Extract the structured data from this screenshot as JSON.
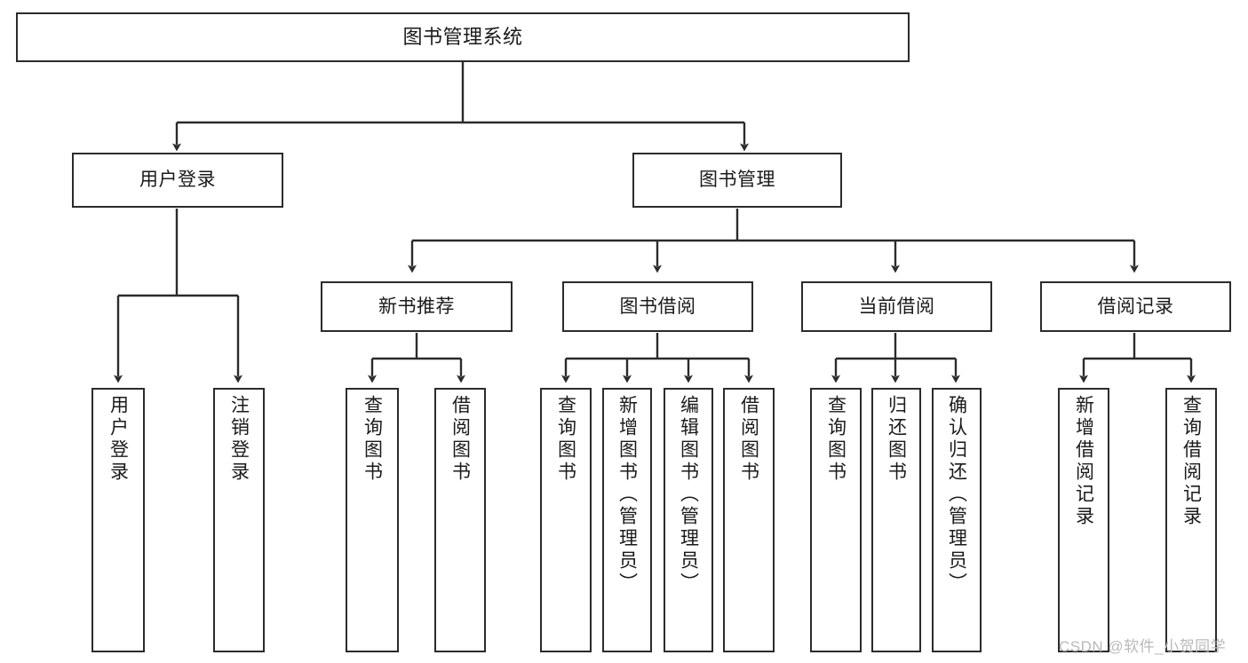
{
  "diagram": {
    "title": "图书管理系统",
    "type": "tree-hierarchy-chart",
    "colors": {
      "stroke": "#2b2b2b",
      "fill": "#ffffff",
      "text": "#1a1a1a",
      "watermark": "#b9b9b9"
    },
    "root": {
      "label": "图书管理系统"
    },
    "level2": [
      {
        "label": "用户登录"
      },
      {
        "label": "图书管理"
      }
    ],
    "level3": [
      {
        "label": "新书推荐"
      },
      {
        "label": "图书借阅"
      },
      {
        "label": "当前借阅"
      },
      {
        "label": "借阅记录"
      }
    ],
    "leaves": [
      {
        "label": "用户登录"
      },
      {
        "label": "注销登录"
      },
      {
        "label": "查询图书"
      },
      {
        "label": "借阅图书"
      },
      {
        "label": "查询图书"
      },
      {
        "label": "新增图书（管理员）"
      },
      {
        "label": "编辑图书（管理员）"
      },
      {
        "label": "借阅图书"
      },
      {
        "label": "查询图书"
      },
      {
        "label": "归还图书"
      },
      {
        "label": "确认归还（管理员）"
      },
      {
        "label": "新增借阅记录"
      },
      {
        "label": "查询借阅记录"
      }
    ]
  },
  "watermark": {
    "text": "CSDN @软件_小贺同学"
  }
}
